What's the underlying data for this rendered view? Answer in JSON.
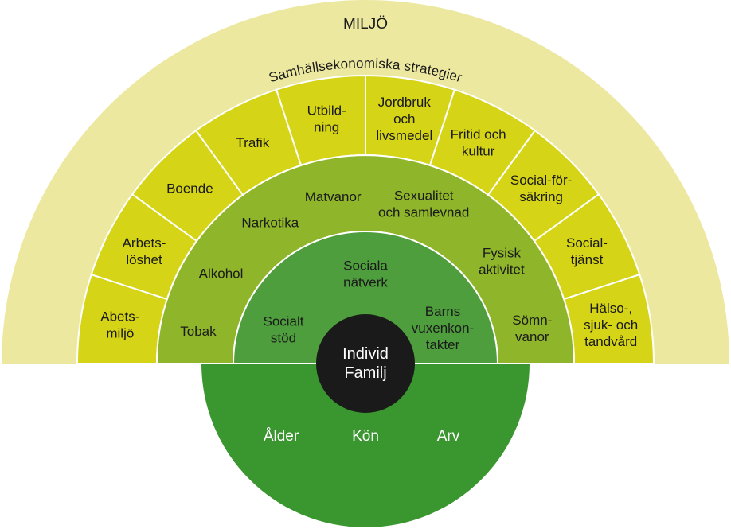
{
  "title": "MILJÖ",
  "arc_title": "Samhällsekonomiska strategier",
  "sectors": [
    [
      "Abets-",
      "miljö"
    ],
    [
      "Arbets-",
      "löshet"
    ],
    [
      "Boende"
    ],
    [
      "Trafik"
    ],
    [
      "Utbild-",
      "ning"
    ],
    [
      "Jordbruk",
      "och",
      "livsmedel"
    ],
    [
      "Fritid och",
      "kultur"
    ],
    [
      "Social-för-",
      "säkring"
    ],
    [
      "Social-",
      "tjänst"
    ],
    [
      "Hälso-,",
      "sjuk- och",
      "tandvård"
    ]
  ],
  "lifestyle": [
    [
      "Tobak"
    ],
    [
      "Alkohol"
    ],
    [
      "Narkotika"
    ],
    [
      "Matvanor"
    ],
    [
      "Sexualitet",
      "och samlevnad"
    ],
    [
      "Fysisk",
      "aktivitet"
    ],
    [
      "Sömn-",
      "vanor"
    ]
  ],
  "social": [
    [
      "Socialt",
      "stöd"
    ],
    [
      "Sociala",
      "nätverk"
    ],
    [
      "Barns",
      "vuxenkon-",
      "takter"
    ]
  ],
  "center": [
    "Individ",
    "Familj"
  ],
  "base": [
    "Ålder",
    "Kön",
    "Arv"
  ],
  "colors": {
    "outer": "#ece8a0",
    "sector": "#d6d417",
    "lifestyle": "#8fb52a",
    "social": "#4e9e3d",
    "base": "#3a962f",
    "center": "#1a1a1a",
    "divider": "#ffffff"
  }
}
